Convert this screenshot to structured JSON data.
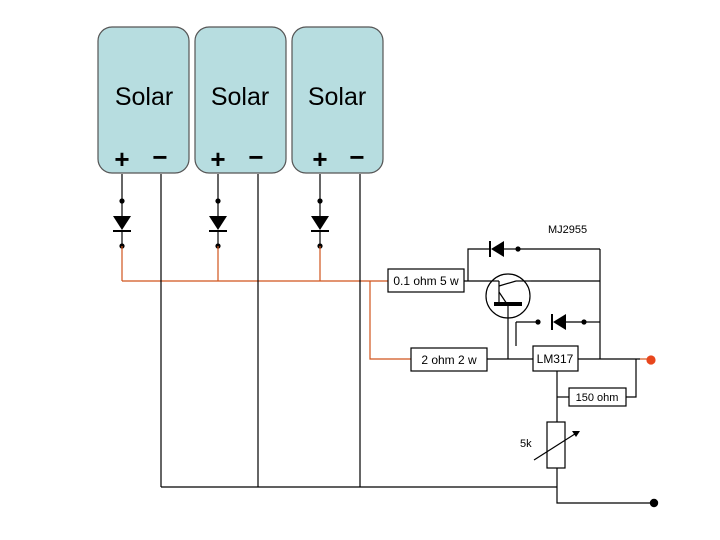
{
  "panels": [
    {
      "label": "Solar",
      "plus": "+",
      "minus": "−"
    },
    {
      "label": "Solar",
      "plus": "+",
      "minus": "−"
    },
    {
      "label": "Solar",
      "plus": "+",
      "minus": "−"
    }
  ],
  "components": {
    "transistor": "MJ2955",
    "resistor_main": "0.1 ohm 5 w",
    "resistor_secondary": "2 ohm  2 w",
    "regulator": "LM317",
    "resistor_adjust": "150 ohm",
    "potentiometer": "5k"
  },
  "colors": {
    "panel_fill": "#b7dde0",
    "positive_wire": "#d0541c",
    "output_positive": "#e8461c",
    "ground": "#000000"
  }
}
